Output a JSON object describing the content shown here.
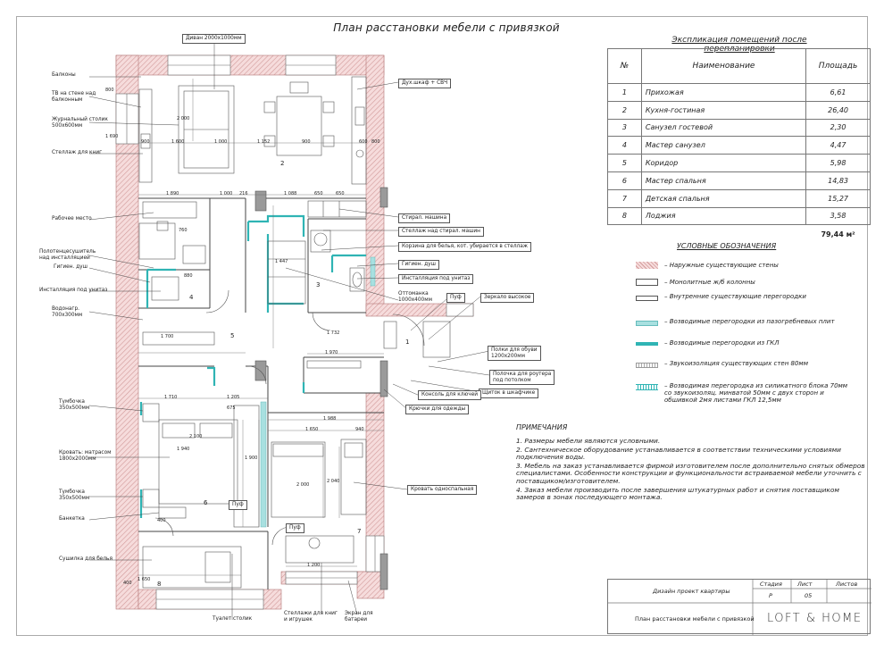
{
  "title": "План расстановки мебели с привязкой",
  "explication": {
    "title": "Экспликация помещений после перепланировки",
    "headers": [
      "№",
      "Наименование",
      "Площадь"
    ],
    "rows": [
      {
        "num": "1",
        "name": "Прихожая",
        "area": "6,61"
      },
      {
        "num": "2",
        "name": "Кухня-гостиная",
        "area": "26,40"
      },
      {
        "num": "3",
        "name": "Санузел гостевой",
        "area": "2,30"
      },
      {
        "num": "4",
        "name": "Мастер санузел",
        "area": "4,47"
      },
      {
        "num": "5",
        "name": "Коридор",
        "area": "5,98"
      },
      {
        "num": "6",
        "name": "Мастер спальня",
        "area": "14,83"
      },
      {
        "num": "7",
        "name": "Детская спальня",
        "area": "15,27"
      },
      {
        "num": "8",
        "name": "Лоджия",
        "area": "3,58"
      }
    ],
    "total": "79,44 м²"
  },
  "legend": {
    "title": "УСЛОВНЫЕ ОБОЗНАЧЕНИЯ",
    "items": [
      {
        "text": "– Наружные существующие стены",
        "kind": "outer",
        "color": "#d9a0a0"
      },
      {
        "text": "– Монолитные ж/б колонны",
        "kind": "column",
        "color": "#9a9a9a"
      },
      {
        "text": "– Внутренние существующие перегородки",
        "kind": "inner",
        "color": "#ffffff"
      },
      {
        "text": "– Возводимые перегородки из пазогребневых плит",
        "kind": "pgp",
        "color": "#a8e0e0"
      },
      {
        "text": "– Возводимые перегородки из ГКЛ",
        "kind": "gkl",
        "color": "#2fb4b4"
      },
      {
        "text": "– Звукоизоляция существующих стен 80мм",
        "kind": "sound",
        "color": "#cccccc"
      },
      {
        "text": "– Возводимая перегородка из силикатного блока 70мм со звукоизоляц. минватой 50мм с двух сторон и обшивкой 2мя листами ГКЛ 12,5мм",
        "kind": "silicate",
        "color": "#2fb4b4"
      }
    ]
  },
  "notes": {
    "title": "ПРИМЕЧАНИЯ",
    "items": [
      "1. Размеры мебели являются условными.",
      "2. Сантехническое оборудование устанавливается в соответствии техническими условиями подключения воды.",
      "3. Мебель на заказ устанавливается фирмой изготовителем после дополнительно снятых обмеров специалистами. Особенности конструкции и функциональности встраиваемой мебели уточнить с поставщиком/изготовителем.",
      "4. Заказ мебели производить после завершения штукатурных работ и снятия поставщиком замеров в зонах последующего монтажа."
    ]
  },
  "stamp": {
    "project": "Дизайн проект квартиры",
    "sheet_name": "План расстановки мебели с привязкой",
    "stage_label": "Стадия",
    "stage": "Р",
    "sheet_label": "Лист",
    "sheet": "05",
    "sheets_label": "Листов",
    "sheets": "",
    "logo": "LOFT & HOME"
  },
  "plan": {
    "colors": {
      "outer_wall": "#d9a0a0",
      "gkl": "#2fb4b4",
      "pgp": "#a8e0e0",
      "column": "#9a9a9a",
      "line": "#444444"
    },
    "room_numbers": [
      "1",
      "2",
      "3",
      "4",
      "5",
      "6",
      "7",
      "8"
    ],
    "labels": {
      "divan": "Диван 2000х1000мм",
      "balkon": "Балконы",
      "tv": "ТВ на стене над\nбалконным",
      "table": "Журнальный столик\n500х600мм",
      "books": "Стеллаж для книг",
      "work": "Рабочее место",
      "polot": "Полотенцесушитель\nнад инсталляцией",
      "gig1": "Гигиен. душ",
      "inst1": "Инсталляция под унитаз",
      "boiler": "Водонагр.\n700х300мм",
      "tumba1": "Тумбочка\n350х500мм",
      "bed1": "Кровать: матрасом\n1800х2000мм",
      "tumba2": "Тумбочка\n350х500мм",
      "bank": "Банкетка",
      "sushilka": "Сушилка для белья",
      "tuaflet": "Туалет.столик",
      "shelves_books": "Стеллажи для книг\nи игрушек",
      "screen": "Экран для\nбатареи",
      "oven": "Дух.шкаф + СВЧ",
      "washer": "Стирал. машина",
      "shelf_wm": "Стеллаж над стирал. машин",
      "basket": "Корзина для белья, кот. убирается в стеллаж",
      "gig2": "Гигиен. душ",
      "inst2": "Инсталляция под унитаз",
      "pouf1": "Пуф",
      "ottoman": "Оттоманка\n1000х400мм",
      "mirror": "Зеркало высокое",
      "shoe_shelf": "Полки для обуви\n1200х200мм",
      "router": "Полочка для роутера\nпод потолком",
      "console": "Консоль для ключей",
      "shield": "Щиток в шкафчике",
      "hooks": "Крючки для одежды",
      "bed2": "Кровать односпальная",
      "pouf2": "Пуф",
      "pouf3": "Пуф"
    },
    "dims": {
      "d800a": "800",
      "d1600": "1 600",
      "d1000a": "1 000",
      "d1152": "1 152",
      "d900a": "900",
      "d600a": "600",
      "d800b": "800",
      "d2000a": "2 000",
      "d1690": "1 690",
      "d1000b": "1 000",
      "d216": "216",
      "d1088": "1 088",
      "d650a": "650",
      "d650b": "650",
      "d1890": "1 890",
      "d760": "760",
      "d880": "880",
      "d1447": "1 447",
      "d1700": "1 700",
      "d1732": "1 732",
      "d1970": "1 970",
      "d1710": "1 710",
      "d1205": "1 205",
      "d675": "675",
      "d2100": "2 100",
      "d1940": "1 940",
      "d1900": "1 900",
      "d1988": "1 988",
      "d1650": "1 650",
      "d940": "940",
      "d2000b": "2 000",
      "d2040": "2 040",
      "d1200": "1 200",
      "d400a": "400",
      "d400b": "400",
      "d1650b": "1 650"
    }
  }
}
